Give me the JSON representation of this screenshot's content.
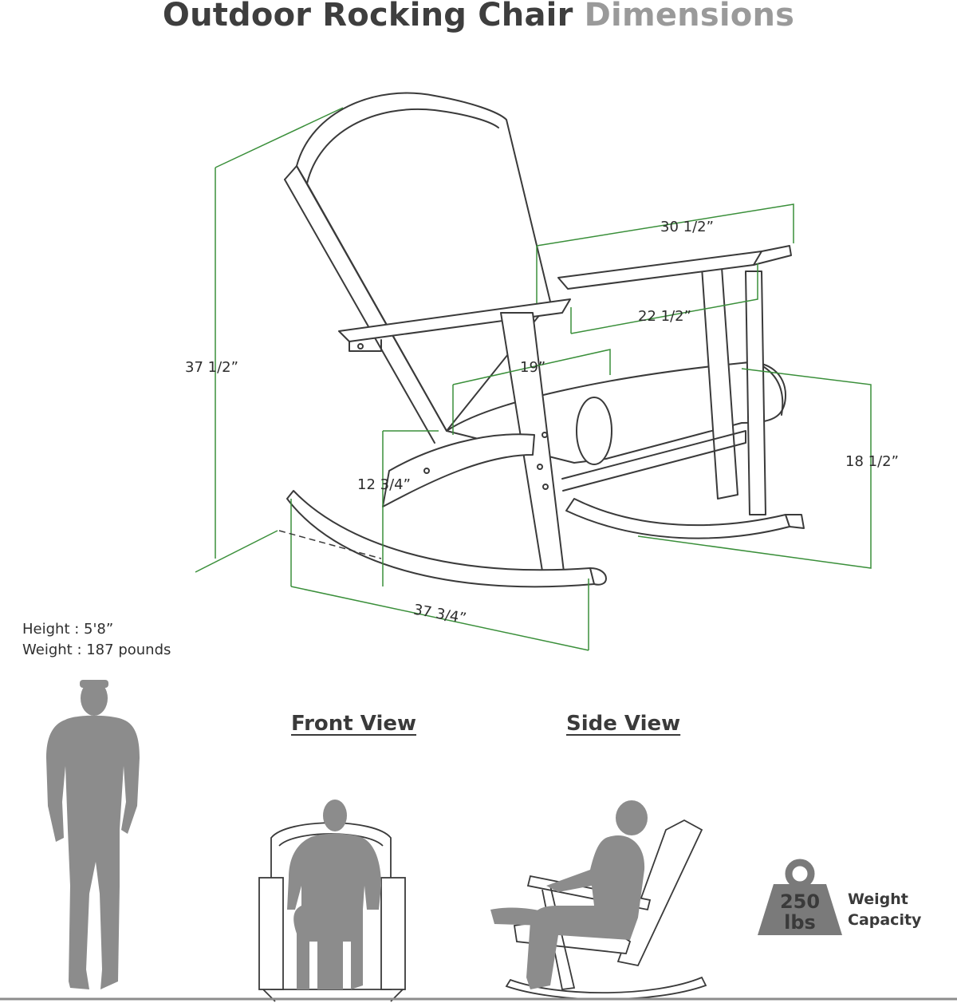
{
  "title": {
    "part1": "Outdoor Rocking Chair",
    "part2": "Dimensions"
  },
  "dimensions": {
    "overall_height": "37 1/2”",
    "overall_width": "30 1/2”",
    "seat_width": "22 1/2”",
    "seat_depth": "19”",
    "seat_height": "12 3/4”",
    "arm_height": "18 1/2”",
    "overall_depth": "37 3/4”"
  },
  "person": {
    "height_label": "Height",
    "height_value": "5'8”",
    "weight_label": "Weight",
    "weight_value": "187 pounds"
  },
  "views": {
    "front": "Front View",
    "side": "Side View"
  },
  "capacity": {
    "value": "250",
    "unit": "lbs",
    "line1": "Weight",
    "line2": "Capacity"
  },
  "colors": {
    "dimension_line": "#3a8f3a",
    "figure": "#8c8c8c",
    "outline": "#3a3a3a"
  }
}
